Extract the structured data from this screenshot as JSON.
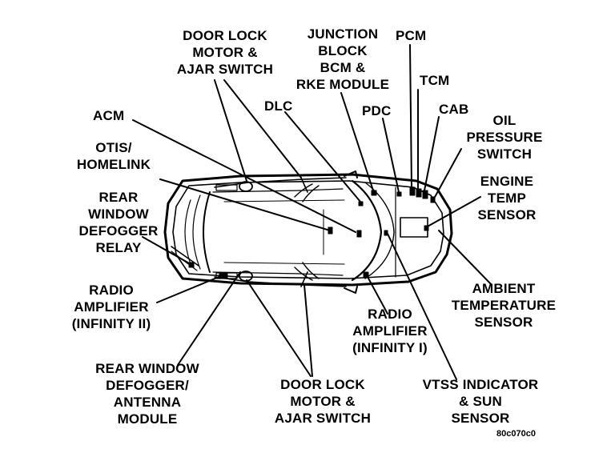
{
  "labels": {
    "door_lock_top": "DOOR LOCK\nMOTOR &\nAJAR SWITCH",
    "junction_block": "JUNCTION\nBLOCK\nBCM &\nRKE MODULE",
    "pcm": "PCM",
    "tcm": "TCM",
    "dlc": "DLC",
    "pdc": "PDC",
    "cab": "CAB",
    "oil_pressure": "OIL\nPRESSURE\nSWITCH",
    "acm": "ACM",
    "otis": "OTIS/\nHOMELINK",
    "engine_temp": "ENGINE\nTEMP\nSENSOR",
    "rear_defogger_relay": "REAR\nWINDOW\nDEFOGGER\nRELAY",
    "radio_amp_2": "RADIO\nAMPLIFIER\n(INFINITY II)",
    "ambient_temp": "AMBIENT\nTEMPERATURE\nSENSOR",
    "radio_amp_1": "RADIO\nAMPLIFIER\n(INFINITY I)",
    "rear_defogger_antenna": "REAR WINDOW\nDEFOGGER/\nANTENNA\nMODULE",
    "door_lock_bottom": "DOOR LOCK\nMOTOR &\nAJAR SWITCH",
    "vtss": "VTSS INDICATOR\n& SUN\nSENSOR"
  },
  "figure_code": "80c070c0",
  "colors": {
    "ink": "#000000",
    "paper": "#ffffff"
  }
}
